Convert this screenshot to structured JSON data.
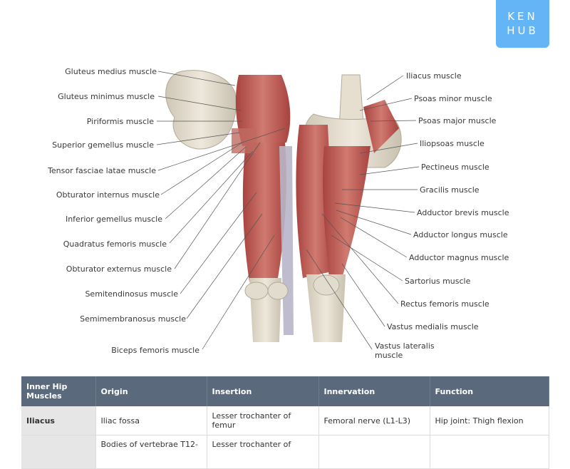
{
  "logo": {
    "line1": "KEN",
    "line2": "HUB"
  },
  "labels_left": [
    "Gluteus medius muscle",
    "Gluteus minimus muscle",
    "Piriformis muscle",
    "Superior gemellus muscle",
    "Tensor fasciae latae muscle",
    "Obturator internus muscle",
    "Inferior gemellus muscle",
    "Quadratus femoris muscle",
    "Obturator externus muscle",
    "Semitendinosus muscle",
    "Semimembranosus muscle",
    "Biceps femoris muscle"
  ],
  "labels_right": [
    "Iliacus muscle",
    "Psoas minor muscle",
    "Psoas major muscle",
    "Iliopsoas muscle",
    "Pectineus muscle",
    "Gracilis muscle",
    "Adductor brevis muscle",
    "Adductor longus muscle",
    "Adductor magnus muscle",
    "Sartorius muscle",
    "Rectus femoris muscle",
    "Vastus medialis muscle",
    "Vastus lateralis muscle"
  ],
  "table": {
    "headers": [
      "Inner Hip Muscles",
      "Origin",
      "Insertion",
      "Innervation",
      "Function"
    ],
    "rows": [
      [
        "Iliacus",
        "Iliac fossa",
        "Lesser trochanter of femur",
        "Femoral nerve (L1-L3)",
        "Hip joint: Thigh flexion"
      ],
      [
        "",
        "Bodies of vertebrae T12-",
        "Lesser trochanter of",
        "",
        ""
      ]
    ]
  }
}
